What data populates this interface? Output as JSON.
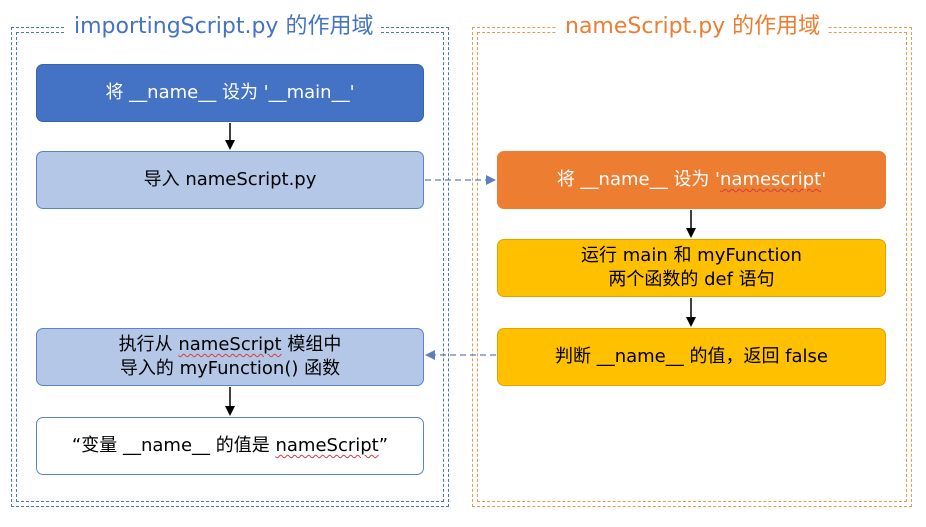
{
  "left_panel": {
    "title": "importingScript.py 的作用域",
    "boxes": {
      "set_name": "将 __name__ 设为 '__main__'",
      "import": "导入 nameScript.py",
      "exec_line1_prefix": "执行从 ",
      "exec_line1_word": "nameScript",
      "exec_line1_suffix": " 模组中",
      "exec_line2": "导入的 myFunction() 函数",
      "result_prefix": "“变量 __name__ 的值是 ",
      "result_word": "nameScript",
      "result_suffix": "”"
    }
  },
  "right_panel": {
    "title": "nameScript.py 的作用域",
    "boxes": {
      "set_name_prefix": "将 __name__ 设为 '",
      "set_name_word": "namescript",
      "set_name_suffix": "'",
      "run_line1": "运行 main 和 myFunction",
      "run_line2": "两个函数的 def 语句",
      "judge": "判断 __name__ 的值，返回 false"
    }
  },
  "colors": {
    "left_border": "#4a73c2",
    "right_border": "#ed9a4a",
    "left_title": "#4472c4",
    "right_title": "#ed7d31",
    "dark_blue_box": "#4472c4",
    "light_blue_box": "#b4c7e7",
    "orange_box": "#ed7d31",
    "gold_box": "#ffc000"
  }
}
